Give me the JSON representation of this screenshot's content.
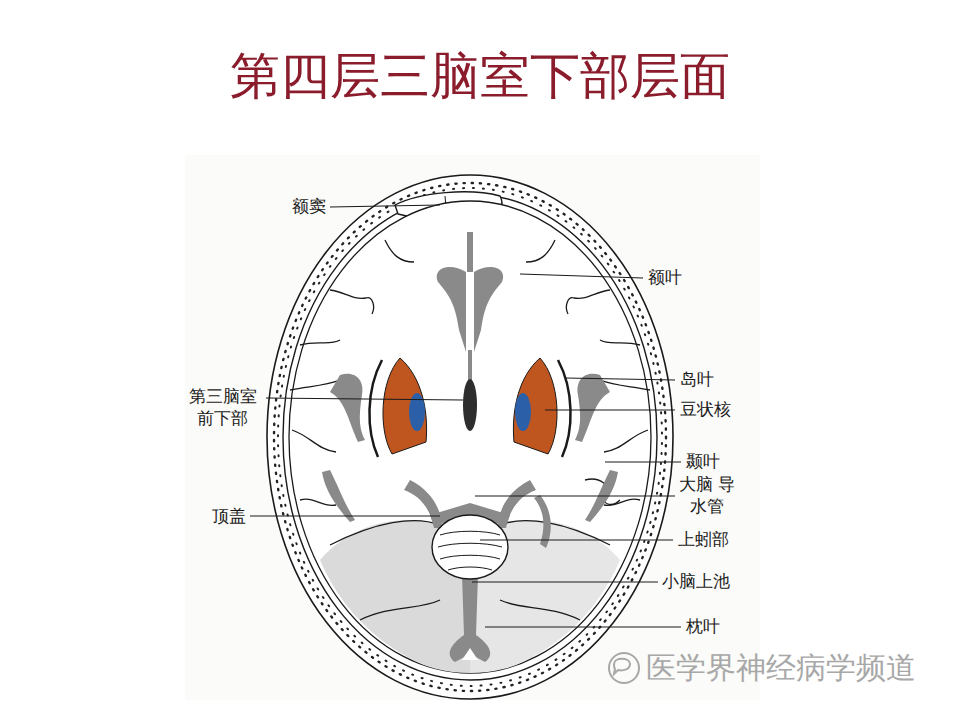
{
  "diagram": {
    "title": "第四层三脑室下部层面",
    "labels": [
      "额窦",
      "额叶",
      "岛叶",
      "第三脑室 前下部",
      "豆状核",
      "颞叶",
      "大脑 导水管",
      "顶盖",
      "上蚓部",
      "小脑上池",
      "枕叶",
      "医学界神经病学频道"
    ]
  }
}
